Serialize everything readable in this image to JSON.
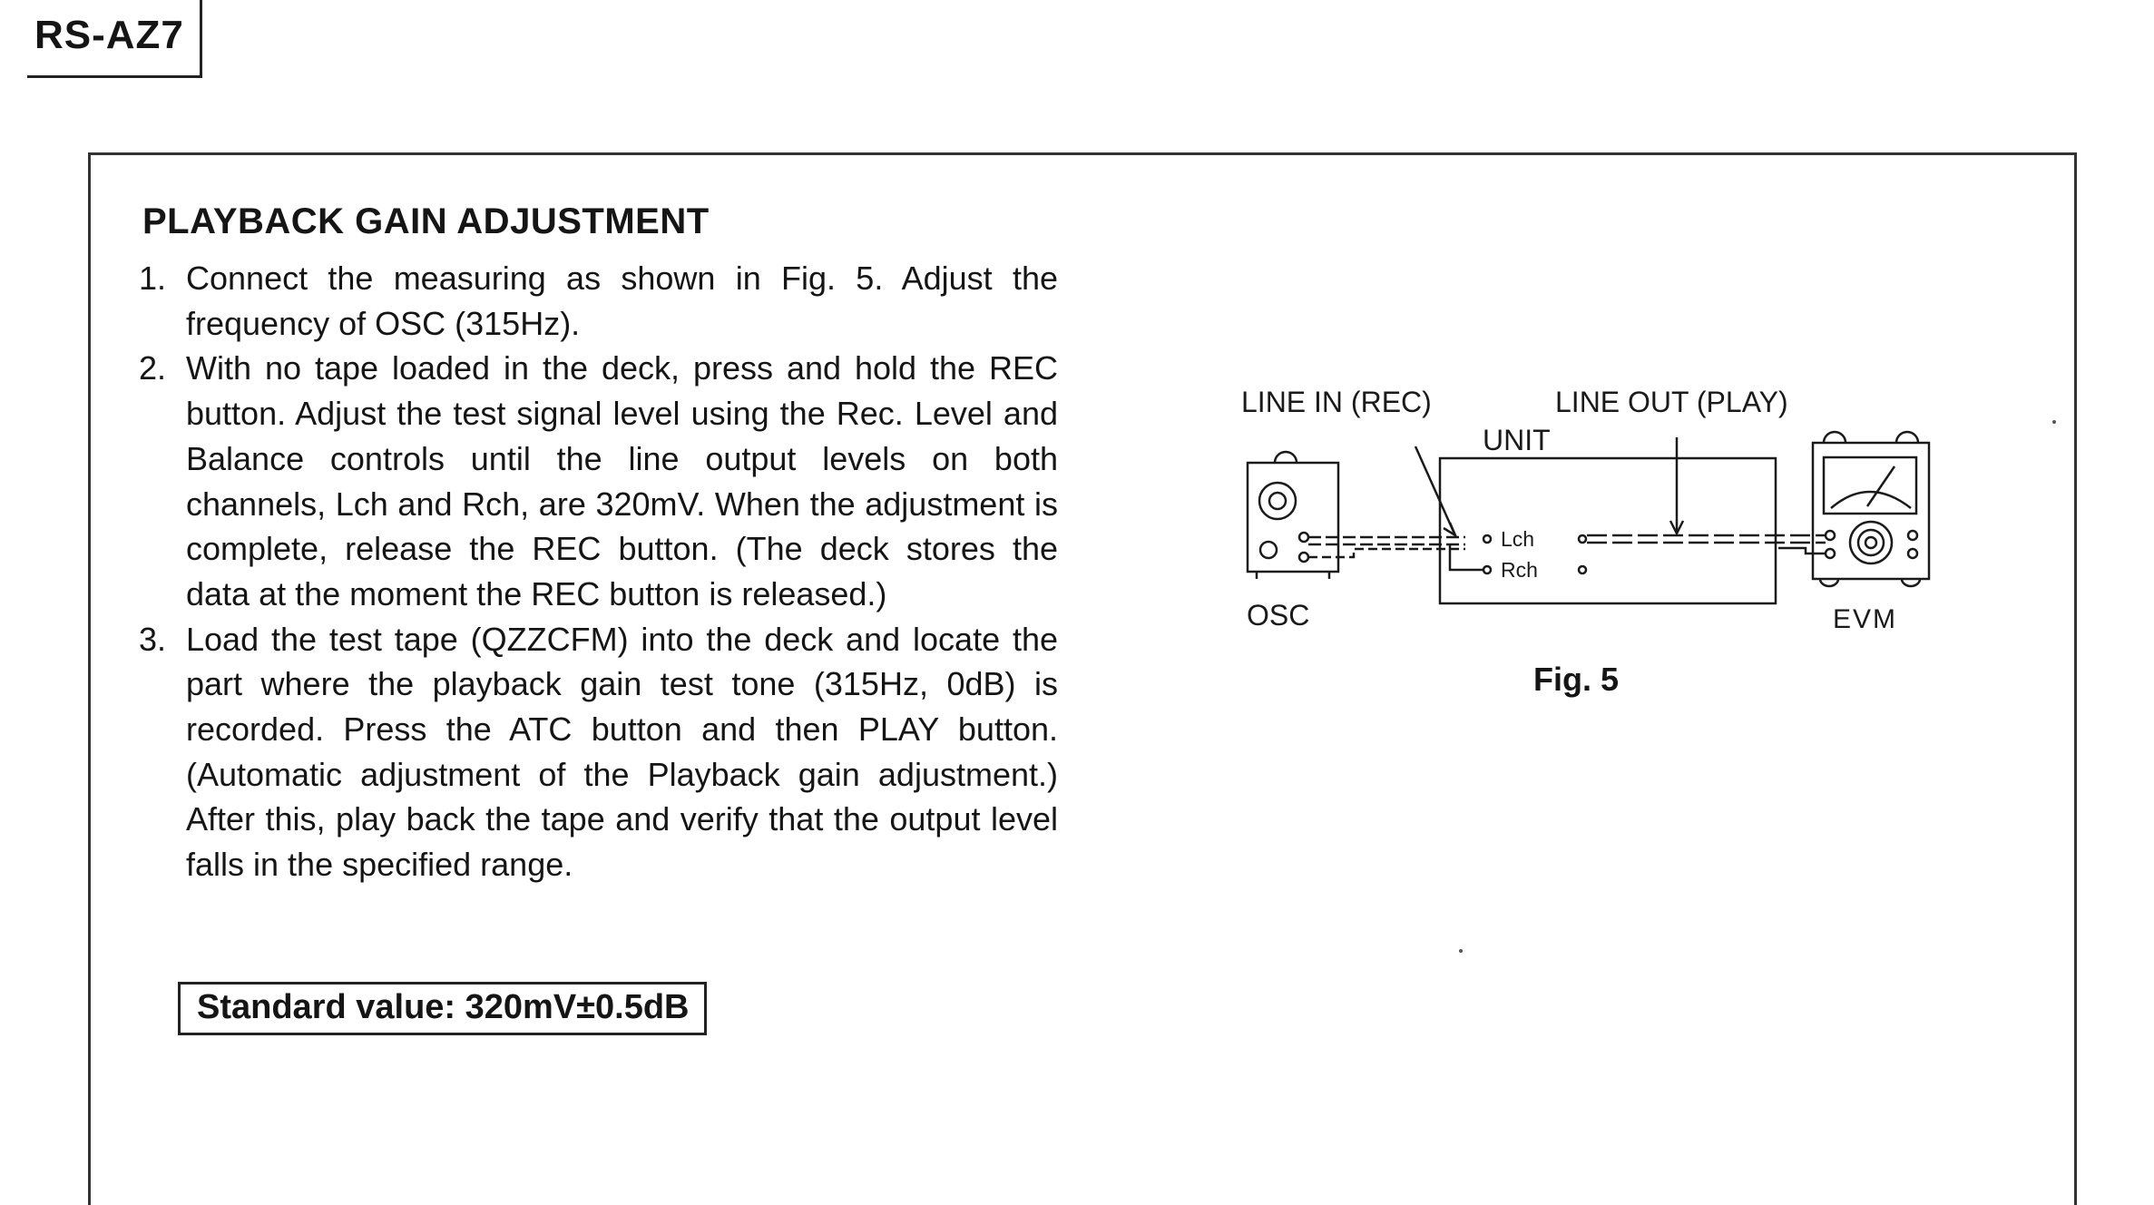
{
  "header": {
    "model": "RS-AZ7"
  },
  "section": {
    "title": "PLAYBACK GAIN ADJUSTMENT",
    "steps": [
      {
        "num": "1.",
        "text": "Connect the measuring as shown in Fig. 5.  Adjust the frequency of OSC (315Hz)."
      },
      {
        "num": "2.",
        "text": "With no tape loaded in the deck, press and hold the REC button.  Adjust the test signal level using the Rec. Level and Balance controls until the line output levels on both channels, Lch and Rch, are 320mV.  When the adjustment is complete, release the REC button. (The deck stores the data at the moment the REC button is released.)"
      },
      {
        "num": "3.",
        "text": "Load the test tape (QZZCFM) into the deck and locate the part where the playback gain test tone (315Hz, 0dB) is recorded.  Press the ATC button and then PLAY button. (Automatic adjustment of the Playback gain adjustment.)  After this, play back the tape and verify that the output level falls in the specified range."
      }
    ],
    "standard_value": "Standard value: 320mV±0.5dB"
  },
  "figure": {
    "caption": "Fig. 5",
    "labels": {
      "line_in": "LINE IN (REC)",
      "line_out": "LINE OUT (PLAY)",
      "unit": "UNIT",
      "osc": "OSC",
      "evm": "EVM",
      "lch": "Lch",
      "rch": "Rch"
    }
  }
}
